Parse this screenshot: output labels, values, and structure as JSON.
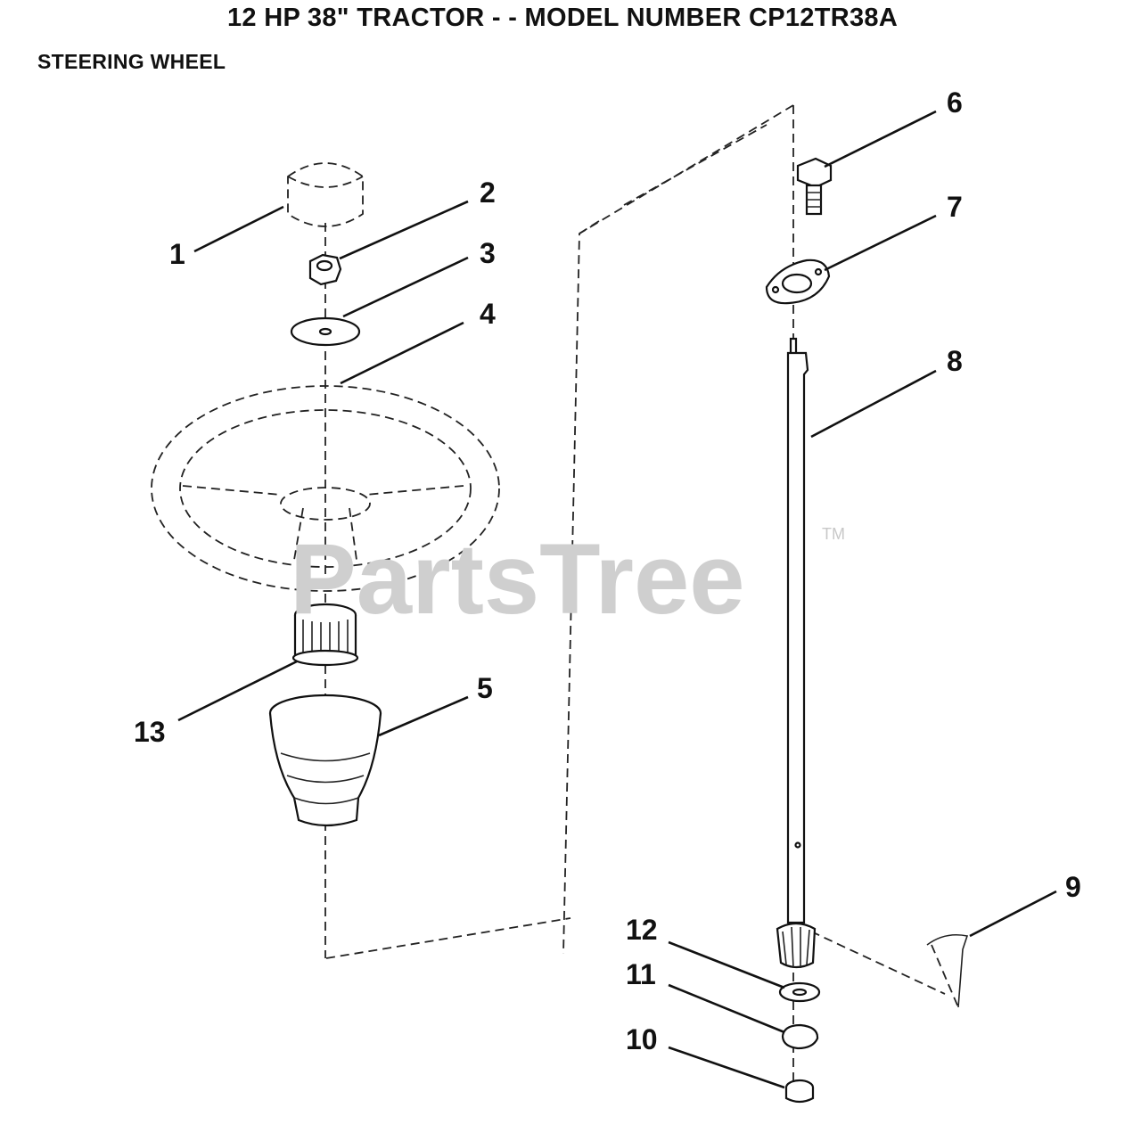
{
  "header": {
    "title": "12 HP 38\" TRACTOR - - MODEL NUMBER CP12TR38A",
    "subtitle": "STEERING WHEEL"
  },
  "watermark": {
    "text": "PartsTree",
    "trademark": "TM"
  },
  "callouts": [
    "1",
    "2",
    "3",
    "4",
    "5",
    "6",
    "7",
    "8",
    "9",
    "10",
    "11",
    "12",
    "13"
  ]
}
